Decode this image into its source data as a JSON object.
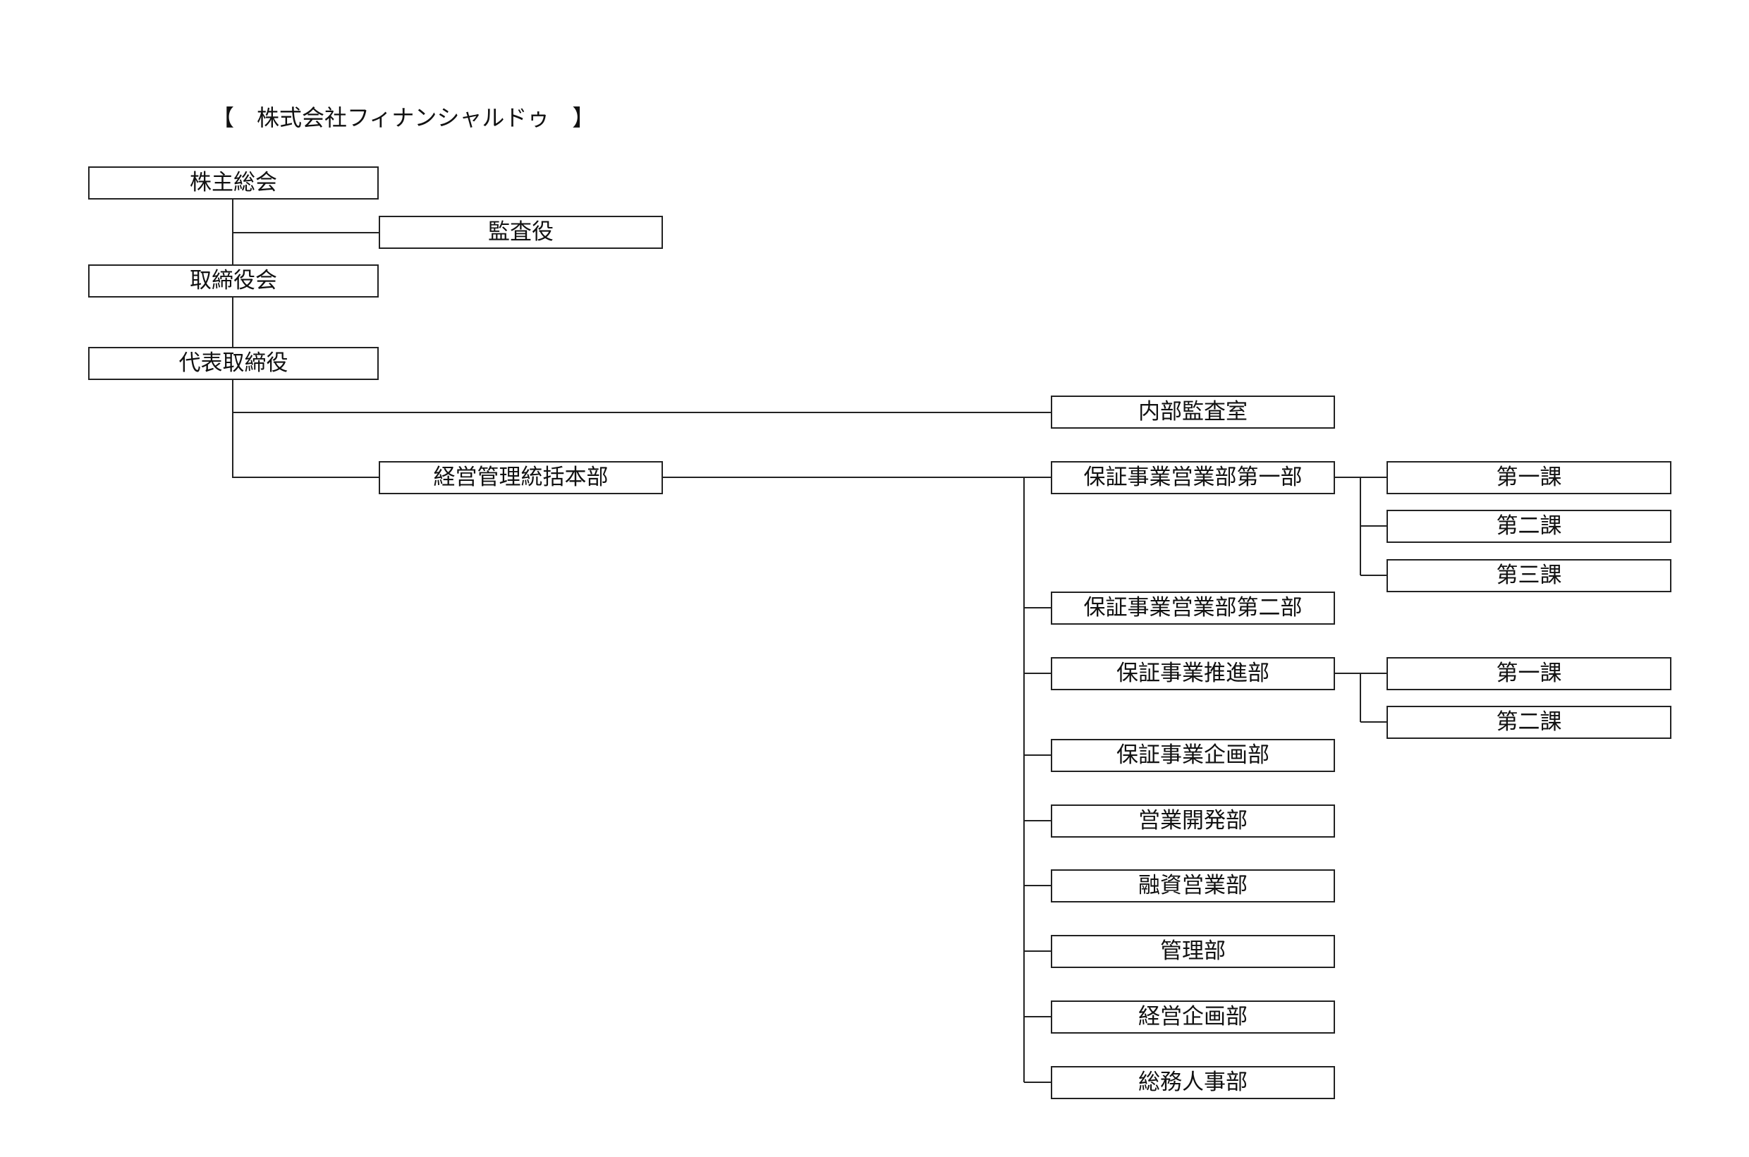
{
  "title": "【　株式会社フィナンシャルドゥ　】",
  "org": {
    "shareholders_meeting": "株主総会",
    "auditor": "監査役",
    "board": "取締役会",
    "ceo": "代表取締役",
    "internal_audit": "内部監査室",
    "management_hq": "経営管理統括本部",
    "guarantee_sales_1": "保証事業営業部第一部",
    "g1_section_1": "第一課",
    "g1_section_2": "第二課",
    "g1_section_3": "第三課",
    "guarantee_sales_2": "保証事業営業部第二部",
    "guarantee_promotion": "保証事業推進部",
    "gp_section_1": "第一課",
    "gp_section_2": "第二課",
    "guarantee_planning": "保証事業企画部",
    "business_development": "営業開発部",
    "loan_sales": "融資営業部",
    "administration": "管理部",
    "corporate_planning": "経営企画部",
    "general_affairs_hr": "総務人事部"
  }
}
